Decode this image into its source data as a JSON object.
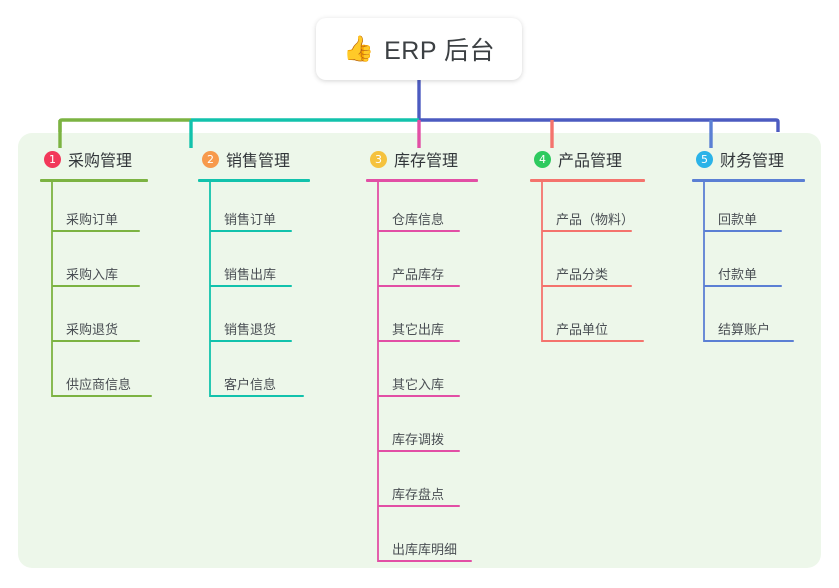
{
  "root": {
    "icon": "thumbs-up-icon",
    "emoji": "👍",
    "title": "ERP 后台"
  },
  "colors": {
    "page_background": "#ffffff",
    "panel_background": "#edf7ea",
    "root_card_background": "#ffffff",
    "root_title_text": "#3c4043",
    "trunk": "#4c5bc0",
    "column_green": "#7cb342",
    "column_teal": "#12c2ac",
    "column_magenta": "#e24fa5",
    "column_red": "#f4736d",
    "column_blue": "#5b7fd4",
    "badge_1": "#f2385a",
    "badge_2": "#f79a4c",
    "badge_3": "#f6c game",
    "badge_3_fix": "#f5c23e",
    "badge_4": "#2eca5f",
    "badge_5": "#2bb3e8",
    "leaf_text": "#4a4f54"
  },
  "columns": [
    {
      "index": "1",
      "badge_color": "#f2385a",
      "accent": "#7cb342",
      "title": "采购管理",
      "items": [
        "采购订单",
        "采购入库",
        "采购退货",
        "供应商信息"
      ]
    },
    {
      "index": "2",
      "badge_color": "#f79a4c",
      "accent": "#12c2ac",
      "title": "销售管理",
      "items": [
        "销售订单",
        "销售出库",
        "销售退货",
        "客户信息"
      ]
    },
    {
      "index": "3",
      "badge_color": "#f5c23e",
      "accent": "#e24fa5",
      "title": "库存管理",
      "items": [
        "仓库信息",
        "产品库存",
        "其它出库",
        "其它入库",
        "库存调拨",
        "库存盘点",
        "出库库明细"
      ]
    },
    {
      "index": "4",
      "badge_color": "#2eca5f",
      "accent": "#f4736d",
      "title": "产品管理",
      "items": [
        "产品（物料）",
        "产品分类",
        "产品单位"
      ]
    },
    {
      "index": "5",
      "badge_color": "#2bb3e8",
      "accent": "#5b7fd4",
      "title": "财务管理",
      "items": [
        "回款单",
        "付款单",
        "结算账户"
      ]
    }
  ]
}
